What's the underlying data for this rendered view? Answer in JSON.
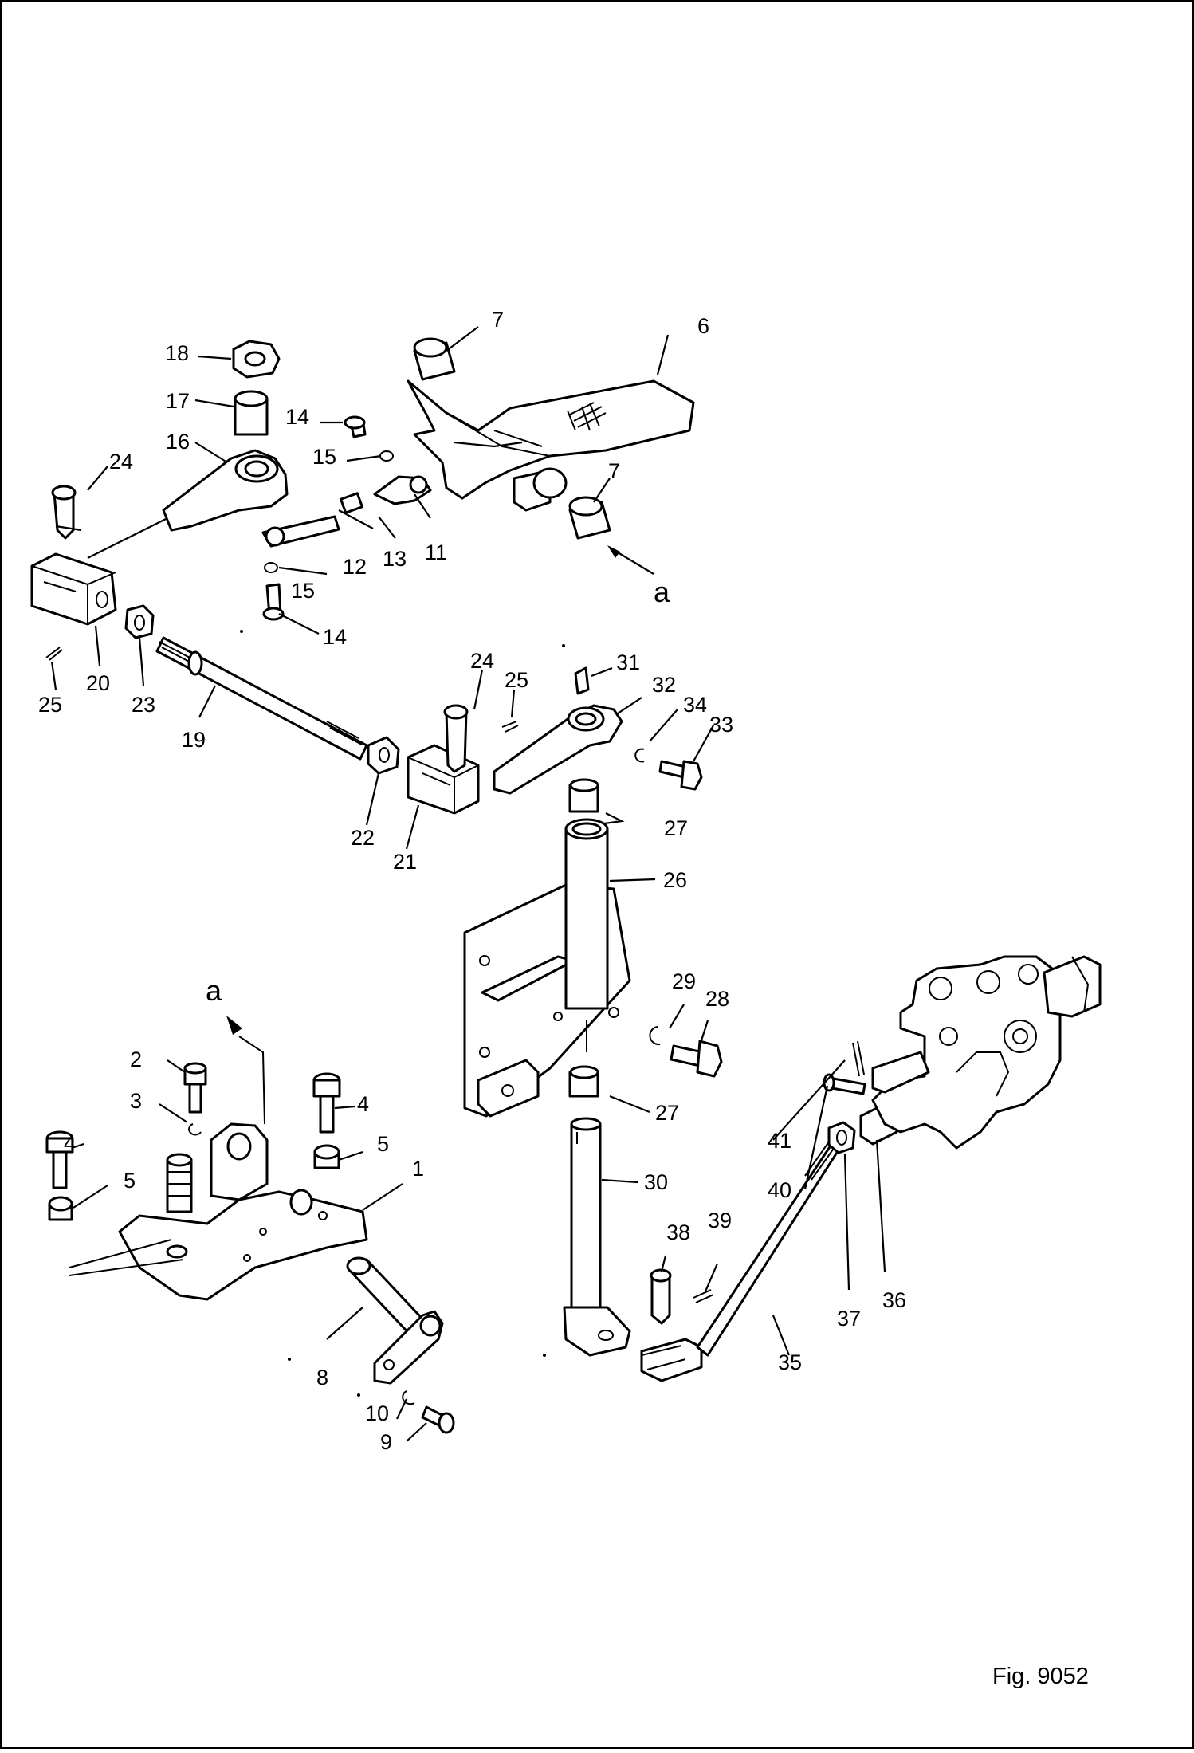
{
  "figure": {
    "label": "Fig. 9052"
  },
  "view_letters": [
    "a",
    "a"
  ],
  "callouts": [
    "1",
    "2",
    "3",
    "4",
    "4",
    "5",
    "5",
    "6",
    "7",
    "7",
    "8",
    "9",
    "10",
    "11",
    "12",
    "13",
    "14",
    "14",
    "15",
    "15",
    "16",
    "17",
    "18",
    "19",
    "20",
    "21",
    "22",
    "23",
    "24",
    "24",
    "25",
    "25",
    "26",
    "27",
    "27",
    "28",
    "29",
    "30",
    "31",
    "32",
    "33",
    "34",
    "35",
    "36",
    "37",
    "38",
    "39",
    "40",
    "41"
  ]
}
